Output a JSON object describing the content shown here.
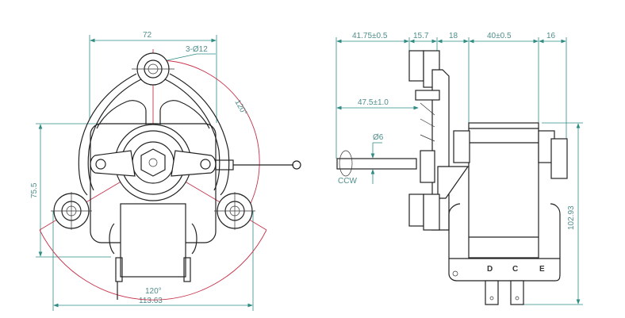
{
  "drawing": {
    "title": "Shaded pole motor dimension drawing",
    "colors": {
      "dimension": "#2e8c84",
      "dimension_text": "#4f8f8c",
      "center_line": "#c8324a",
      "part_outline": "#222222",
      "background": "#ffffff"
    }
  },
  "front_view": {
    "dims": {
      "width_top": "72",
      "holes": "3-Ø12",
      "angle_right": "120°",
      "height_left": "75.5",
      "angle_bottom": "120°",
      "width_bottom": "113.63"
    }
  },
  "side_view": {
    "dims": {
      "shaft_length": "41.75±0.5",
      "d2": "15.7",
      "d3": "18",
      "stack": "40±0.5",
      "d5": "16",
      "shaft_to_bracket": "47.5±1.0",
      "shaft_dia": "Ø6",
      "rotation": "CCW",
      "height_right": "102.93"
    },
    "terminals": [
      "D",
      "C",
      "E"
    ]
  }
}
